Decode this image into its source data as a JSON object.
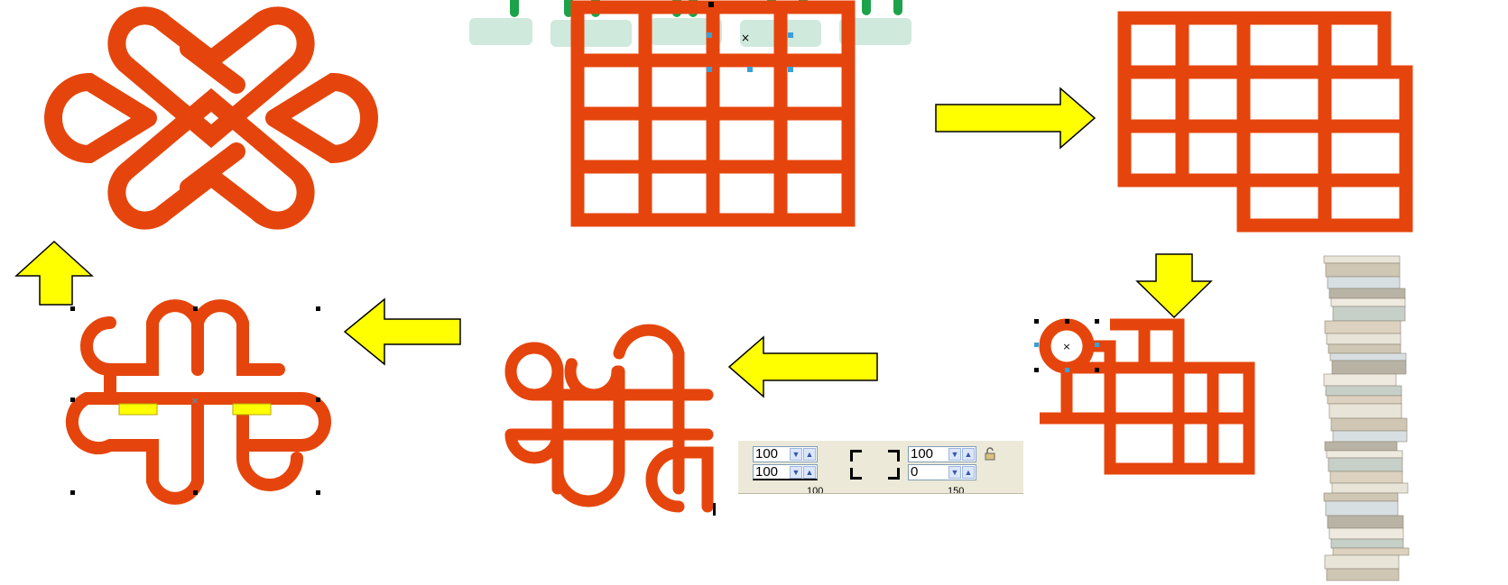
{
  "colors": {
    "knot_red": "#e5450c",
    "arrow_yellow": "#ffff00",
    "arrow_outline": "#000000",
    "title_green": "#1ca34a",
    "title_shadow": "#cfe9dc",
    "handle_blue": "#3aa0d8"
  },
  "title": {
    "text": ""
  },
  "toolbar": {
    "width_value": "100",
    "height_value": "100",
    "scale_x": "100",
    "scale_y": "0",
    "ruler_left": "100",
    "ruler_right": "150",
    "lock_icon": "lock-icon"
  },
  "steps": [
    {
      "id": "grid-4x4",
      "label": ""
    },
    {
      "id": "grid-cut",
      "label": ""
    },
    {
      "id": "corner-loop",
      "label": ""
    },
    {
      "id": "all-loops",
      "label": ""
    },
    {
      "id": "woven-knot",
      "label": ""
    },
    {
      "id": "final-logo",
      "label": ""
    }
  ]
}
